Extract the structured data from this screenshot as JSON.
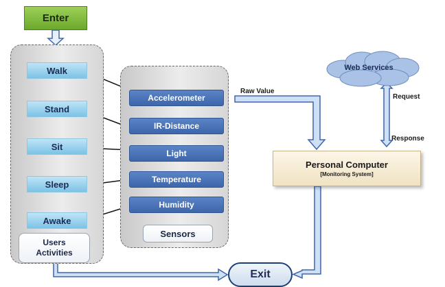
{
  "diagram": {
    "enter": "Enter",
    "exit": "Exit",
    "activities": [
      "Walk",
      "Stand",
      "Sit",
      "Sleep",
      "Awake"
    ],
    "users_activities_label": "Users\nActivities",
    "sensors": [
      "Accelerometer",
      "IR-Distance",
      "Light",
      "Temperature",
      "Humidity"
    ],
    "sensors_label": "Sensors",
    "personal_computer": "Personal Computer",
    "monitoring_system": "[Monitoring System]",
    "web_services": "Web Services",
    "raw_value": "Raw Value",
    "request": "Request",
    "response": "Response"
  },
  "colors": {
    "activity_fill": "#7cc3e6",
    "sensor_fill": "#3d66ab",
    "enter_fill": "#6aa92a",
    "down_arrow": "#c94a4a",
    "up_arrow": "#5b84c6",
    "flow_arrow": "#5b84c6",
    "cloud": "#a9c2e6"
  }
}
